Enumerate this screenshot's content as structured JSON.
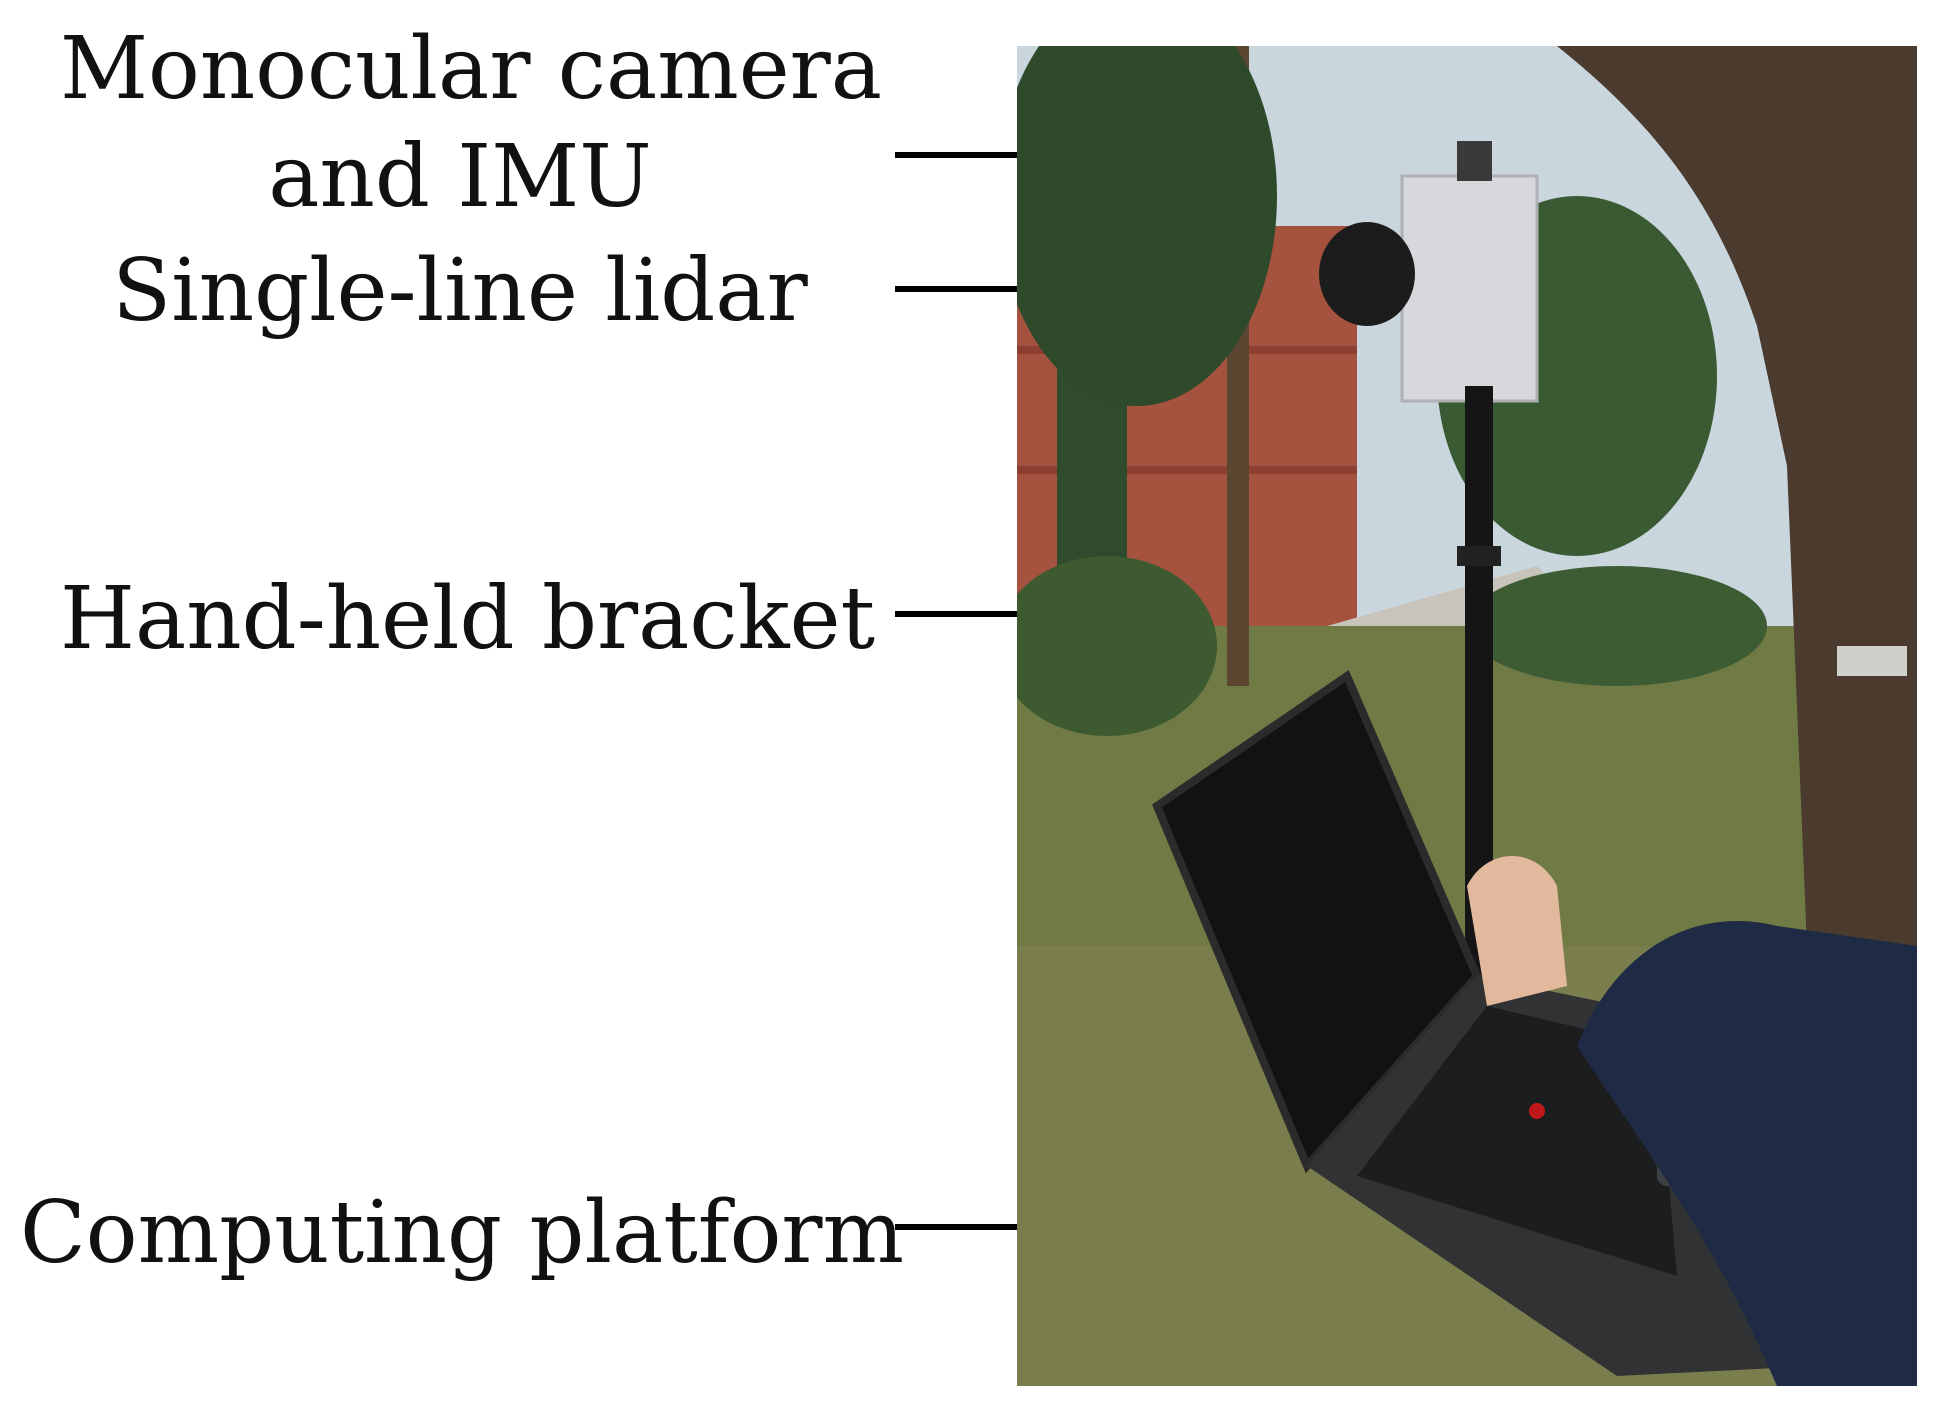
{
  "labels": {
    "camera_line1": "Monocular camera",
    "camera_line2": "and IMU",
    "lidar": "Single-line lidar",
    "bracket": "Hand-held bracket",
    "computing": "Computing platform"
  },
  "photo": {
    "description_icon": "field-device-photo"
  }
}
